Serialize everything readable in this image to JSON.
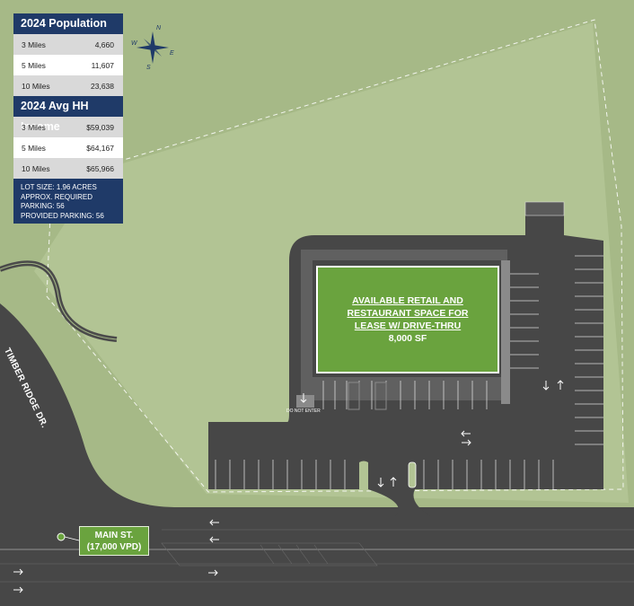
{
  "population": {
    "title": "2024 Population",
    "rows": [
      {
        "label": "3 Miles",
        "value": "4,660"
      },
      {
        "label": "5 Miles",
        "value": "11,607"
      },
      {
        "label": "10 Miles",
        "value": "23,638"
      }
    ]
  },
  "income": {
    "title": "2024 Avg HH Income",
    "rows": [
      {
        "label": "3 Miles",
        "value": "$59,039"
      },
      {
        "label": "5 Miles",
        "value": "$64,167"
      },
      {
        "label": "10 Miles",
        "value": "$65,966"
      }
    ]
  },
  "lot_info": [
    "LOT SIZE: 1.96 ACRES",
    "APPROX. REQUIRED",
    "PARKING: 56",
    "PROVIDED PARKING: 56"
  ],
  "building": {
    "lines": [
      "AVAILABLE RETAIL AND",
      "RESTAURANT SPACE FOR",
      "LEASE W/ DRIVE-THRU"
    ],
    "size": "8,000 SF"
  },
  "main_street": {
    "name": "MAIN ST.",
    "traffic": "(17,000 VPD)"
  },
  "side_road": {
    "name": "TIMBER RIDGE DR."
  },
  "do_not_enter": "DO NOT ENTER",
  "compass": {
    "n": "N",
    "e": "E",
    "s": "S",
    "w": "W"
  },
  "colors": {
    "grass": "#a6b987",
    "lot_grass": "#b3c495",
    "asphalt": "#474747",
    "building": "#6aa33e",
    "panel": "#1f3a68"
  }
}
